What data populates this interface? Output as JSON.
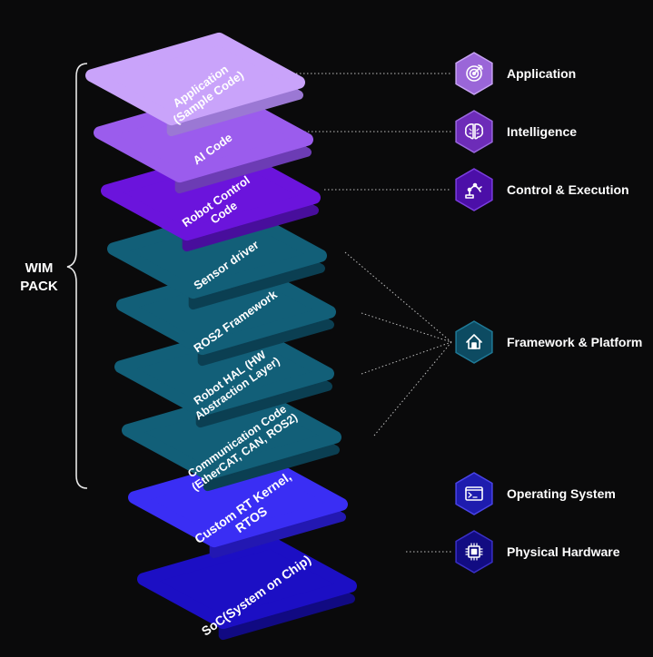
{
  "bracket_label": [
    "WIM",
    "PACK"
  ],
  "layers": [
    {
      "id": "soc",
      "lines": [
        "SoC(System on Chip)"
      ],
      "top": "#1c0fc4",
      "side": "#110a82",
      "category": "hardware"
    },
    {
      "id": "rtos",
      "lines": [
        "Custom RT Kernel,",
        "RTOS"
      ],
      "top": "#3a2ef4",
      "side": "#2318b2",
      "category": "os"
    },
    {
      "id": "comm",
      "lines": [
        "Communication Code",
        "(EtherCAT, CAN, ROS2)"
      ],
      "top": "#125f78",
      "side": "#0b3f52",
      "category": "framework"
    },
    {
      "id": "hal",
      "lines": [
        "Robot HAL (HW",
        "Abstraction Layer)"
      ],
      "top": "#125f78",
      "side": "#0b3f52",
      "category": "framework"
    },
    {
      "id": "ros2",
      "lines": [
        "ROS2 Framework"
      ],
      "top": "#125f78",
      "side": "#0b3f52",
      "category": "framework"
    },
    {
      "id": "sensor",
      "lines": [
        "Sensor driver"
      ],
      "top": "#125f78",
      "side": "#0b3f52",
      "category": "framework"
    },
    {
      "id": "robot",
      "lines": [
        "Robot Control",
        "Code"
      ],
      "top": "#6b14dc",
      "side": "#480e9c",
      "category": "control"
    },
    {
      "id": "ai",
      "lines": [
        "AI Code"
      ],
      "top": "#9b5ced",
      "side": "#6c3cb4",
      "category": "intelligence"
    },
    {
      "id": "app",
      "lines": [
        "Application",
        "(Sample Code)"
      ],
      "top": "#c9a3fa",
      "side": "#9b78d4",
      "category": "application"
    }
  ],
  "categories": [
    {
      "id": "application",
      "label": "Application",
      "icon": "target-icon",
      "fill": "#9a66d8",
      "stroke": "#c8a4f4"
    },
    {
      "id": "intelligence",
      "label": "Intelligence",
      "icon": "brain-icon",
      "fill": "#6d2cb8",
      "stroke": "#9b68e0"
    },
    {
      "id": "control",
      "label": "Control & Execution",
      "icon": "robot-arm-icon",
      "fill": "#4c0fa8",
      "stroke": "#7c3ee0"
    },
    {
      "id": "framework",
      "label": "Framework & Platform",
      "icon": "home-icon",
      "fill": "#0d4b62",
      "stroke": "#1f7a98"
    },
    {
      "id": "os",
      "label": "Operating System",
      "icon": "terminal-icon",
      "fill": "#1e1cae",
      "stroke": "#4a44e8"
    },
    {
      "id": "hardware",
      "label": "Physical Hardware",
      "icon": "chip-icon",
      "fill": "#120c82",
      "stroke": "#3a30c8"
    }
  ]
}
